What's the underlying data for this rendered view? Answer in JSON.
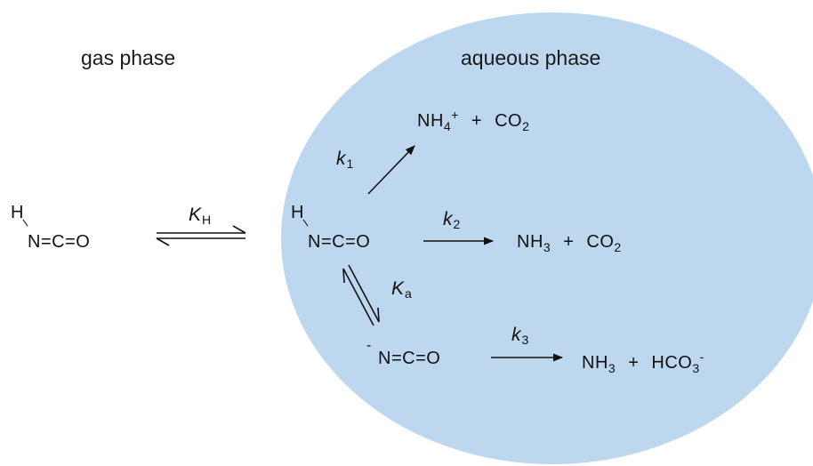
{
  "labels": {
    "gas_phase": "gas phase",
    "aqueous_phase": "aqueous phase"
  },
  "species": {
    "hnco_gas": {
      "h": "H",
      "formula": "N=C=O"
    },
    "hnco_aq": {
      "h": "H",
      "formula": "N=C=O"
    },
    "nco_anion": {
      "charge": "-",
      "formula": "N=C=O"
    }
  },
  "constants": {
    "henry": {
      "symbol": "K",
      "sub": "H"
    },
    "k1": {
      "symbol": "k",
      "sub": "1"
    },
    "k2": {
      "symbol": "k",
      "sub": "2"
    },
    "ka": {
      "symbol": "K",
      "sub": "a"
    },
    "k3": {
      "symbol": "k",
      "sub": "3"
    }
  },
  "products": {
    "p1": {
      "a": "NH",
      "a_sub": "4",
      "a_sup": "+",
      "plus": "+",
      "b": "CO",
      "b_sub": "2"
    },
    "p2": {
      "a": "NH",
      "a_sub": "3",
      "plus": "+",
      "b": "CO",
      "b_sub": "2"
    },
    "p3": {
      "a": "NH",
      "a_sub": "3",
      "plus": "+",
      "b": "HCO",
      "b_sub": "3",
      "b_sup": "-"
    }
  },
  "colors": {
    "aqueous_fill": "#bdd7ee",
    "ink": "#111111"
  }
}
